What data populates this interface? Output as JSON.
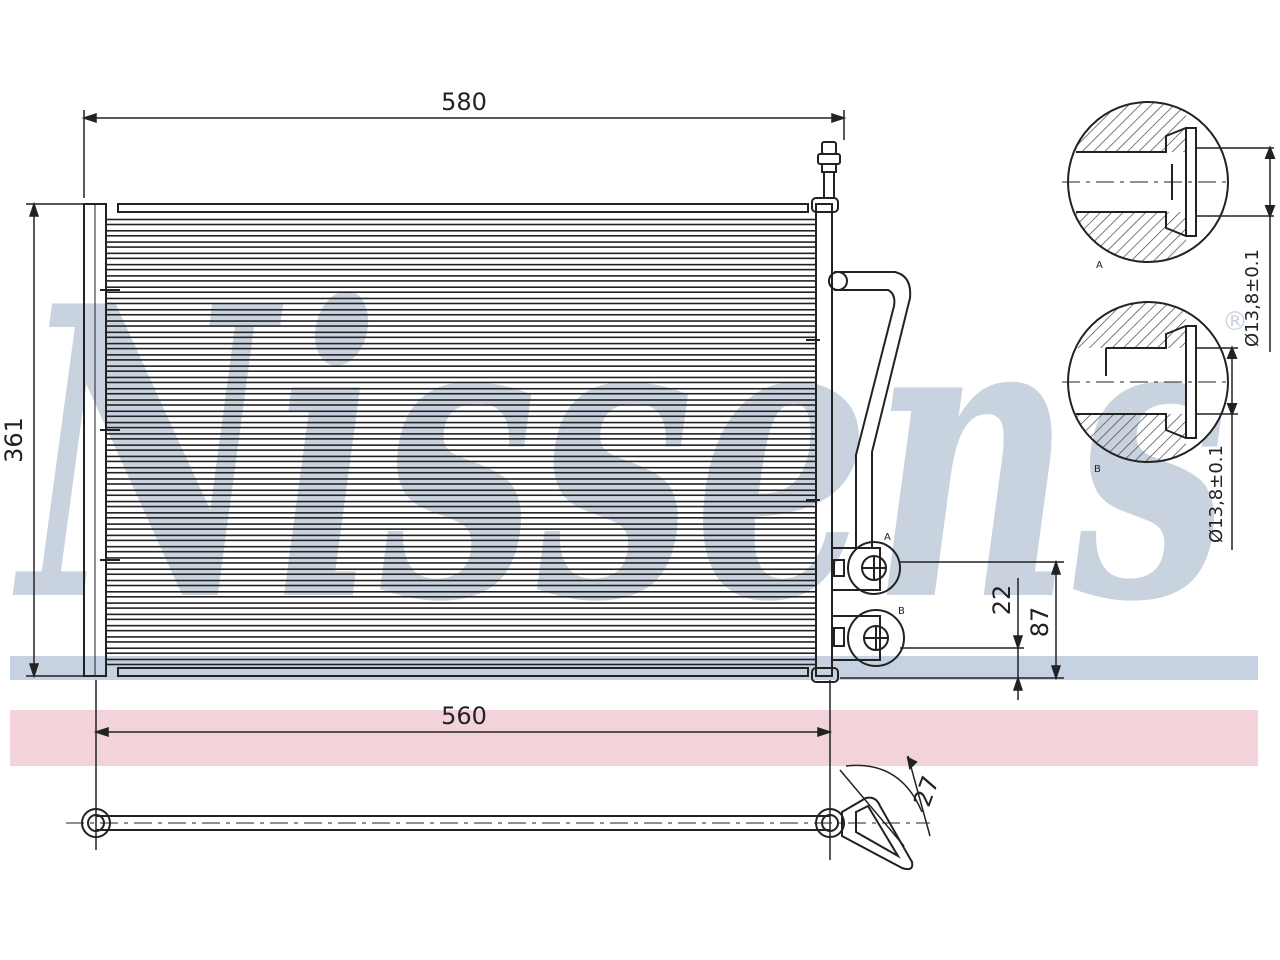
{
  "watermark": {
    "brand_text": "Nissens",
    "registered_mark": "®"
  },
  "dimensions": {
    "width_overall": "580",
    "width_core": "560",
    "height": "361",
    "offset_a_b": "22",
    "offset_bottom": "87",
    "depth": "27",
    "fitting_a_diameter": "Ø13,8±0.1",
    "fitting_b_diameter": "Ø13,8±0.1"
  },
  "labels": {
    "fitting_a": "A",
    "fitting_b": "B"
  },
  "colors": {
    "line": "#222222",
    "watermark_blue": "#c9d3df",
    "band_blue": "#c6d2e1",
    "band_pink": "#f3d3da"
  }
}
